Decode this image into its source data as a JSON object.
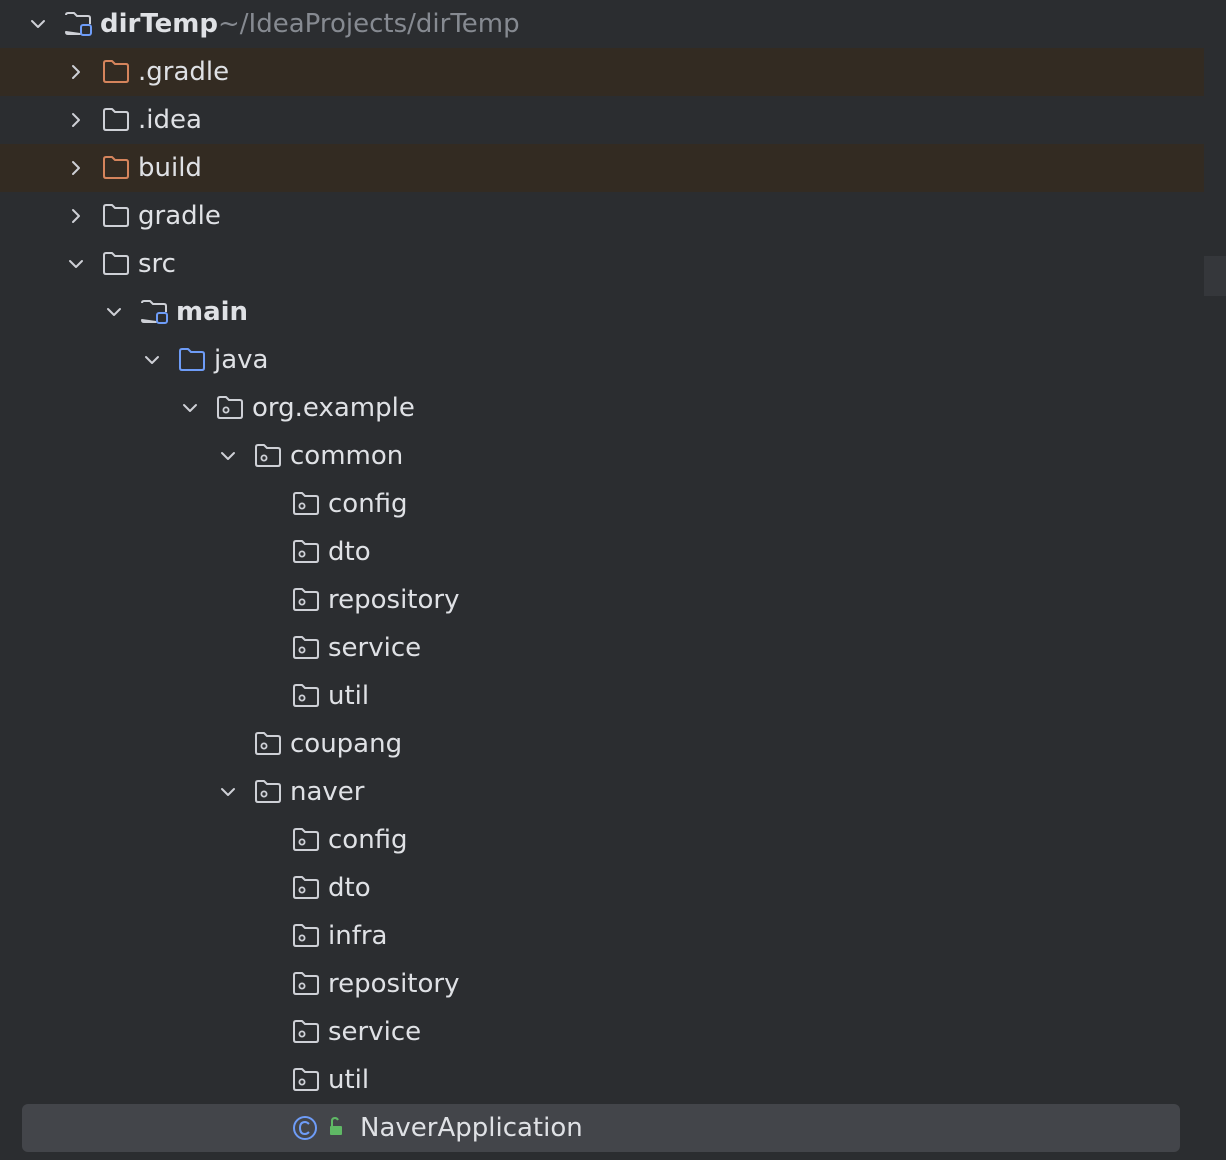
{
  "project": {
    "name": "dirTemp",
    "path": "~/IdeaProjects/dirTemp"
  },
  "colors": {
    "background": "#2b2d30",
    "excluded_row": "#332b22",
    "selected_row": "#43454a",
    "excluded_folder": "#d5845c",
    "source_folder": "#6e9cf7",
    "text": "#dfe1e5",
    "muted": "#868a91"
  },
  "tree": [
    {
      "label": "dirTemp",
      "depth": 0,
      "expanded": true,
      "icon": "module-folder-icon",
      "bold": true,
      "path": "~/IdeaProjects/dirTemp"
    },
    {
      "label": ".gradle",
      "depth": 1,
      "expanded": false,
      "icon": "excluded-folder-icon",
      "excluded": true
    },
    {
      "label": ".idea",
      "depth": 1,
      "expanded": false,
      "icon": "folder-icon"
    },
    {
      "label": "build",
      "depth": 1,
      "expanded": false,
      "icon": "excluded-folder-icon",
      "excluded": true
    },
    {
      "label": "gradle",
      "depth": 1,
      "expanded": false,
      "icon": "folder-icon"
    },
    {
      "label": "src",
      "depth": 1,
      "expanded": true,
      "icon": "folder-icon"
    },
    {
      "label": "main",
      "depth": 2,
      "expanded": true,
      "icon": "module-folder-icon",
      "bold": true
    },
    {
      "label": "java",
      "depth": 3,
      "expanded": true,
      "icon": "source-folder-icon"
    },
    {
      "label": "org.example",
      "depth": 4,
      "expanded": true,
      "icon": "package-icon"
    },
    {
      "label": "common",
      "depth": 5,
      "expanded": true,
      "icon": "package-icon"
    },
    {
      "label": "config",
      "depth": 6,
      "icon": "package-icon"
    },
    {
      "label": "dto",
      "depth": 6,
      "icon": "package-icon"
    },
    {
      "label": "repository",
      "depth": 6,
      "icon": "package-icon"
    },
    {
      "label": "service",
      "depth": 6,
      "icon": "package-icon"
    },
    {
      "label": "util",
      "depth": 6,
      "icon": "package-icon"
    },
    {
      "label": "coupang",
      "depth": 5,
      "icon": "package-icon"
    },
    {
      "label": "naver",
      "depth": 5,
      "expanded": true,
      "icon": "package-icon"
    },
    {
      "label": "config",
      "depth": 6,
      "icon": "package-icon"
    },
    {
      "label": "dto",
      "depth": 6,
      "icon": "package-icon"
    },
    {
      "label": "infra",
      "depth": 6,
      "icon": "package-icon"
    },
    {
      "label": "repository",
      "depth": 6,
      "icon": "package-icon"
    },
    {
      "label": "service",
      "depth": 6,
      "icon": "package-icon"
    },
    {
      "label": "util",
      "depth": 6,
      "icon": "package-icon"
    },
    {
      "label": "NaverApplication",
      "depth": 6,
      "icon": "java-class-icon",
      "selected": true
    }
  ]
}
